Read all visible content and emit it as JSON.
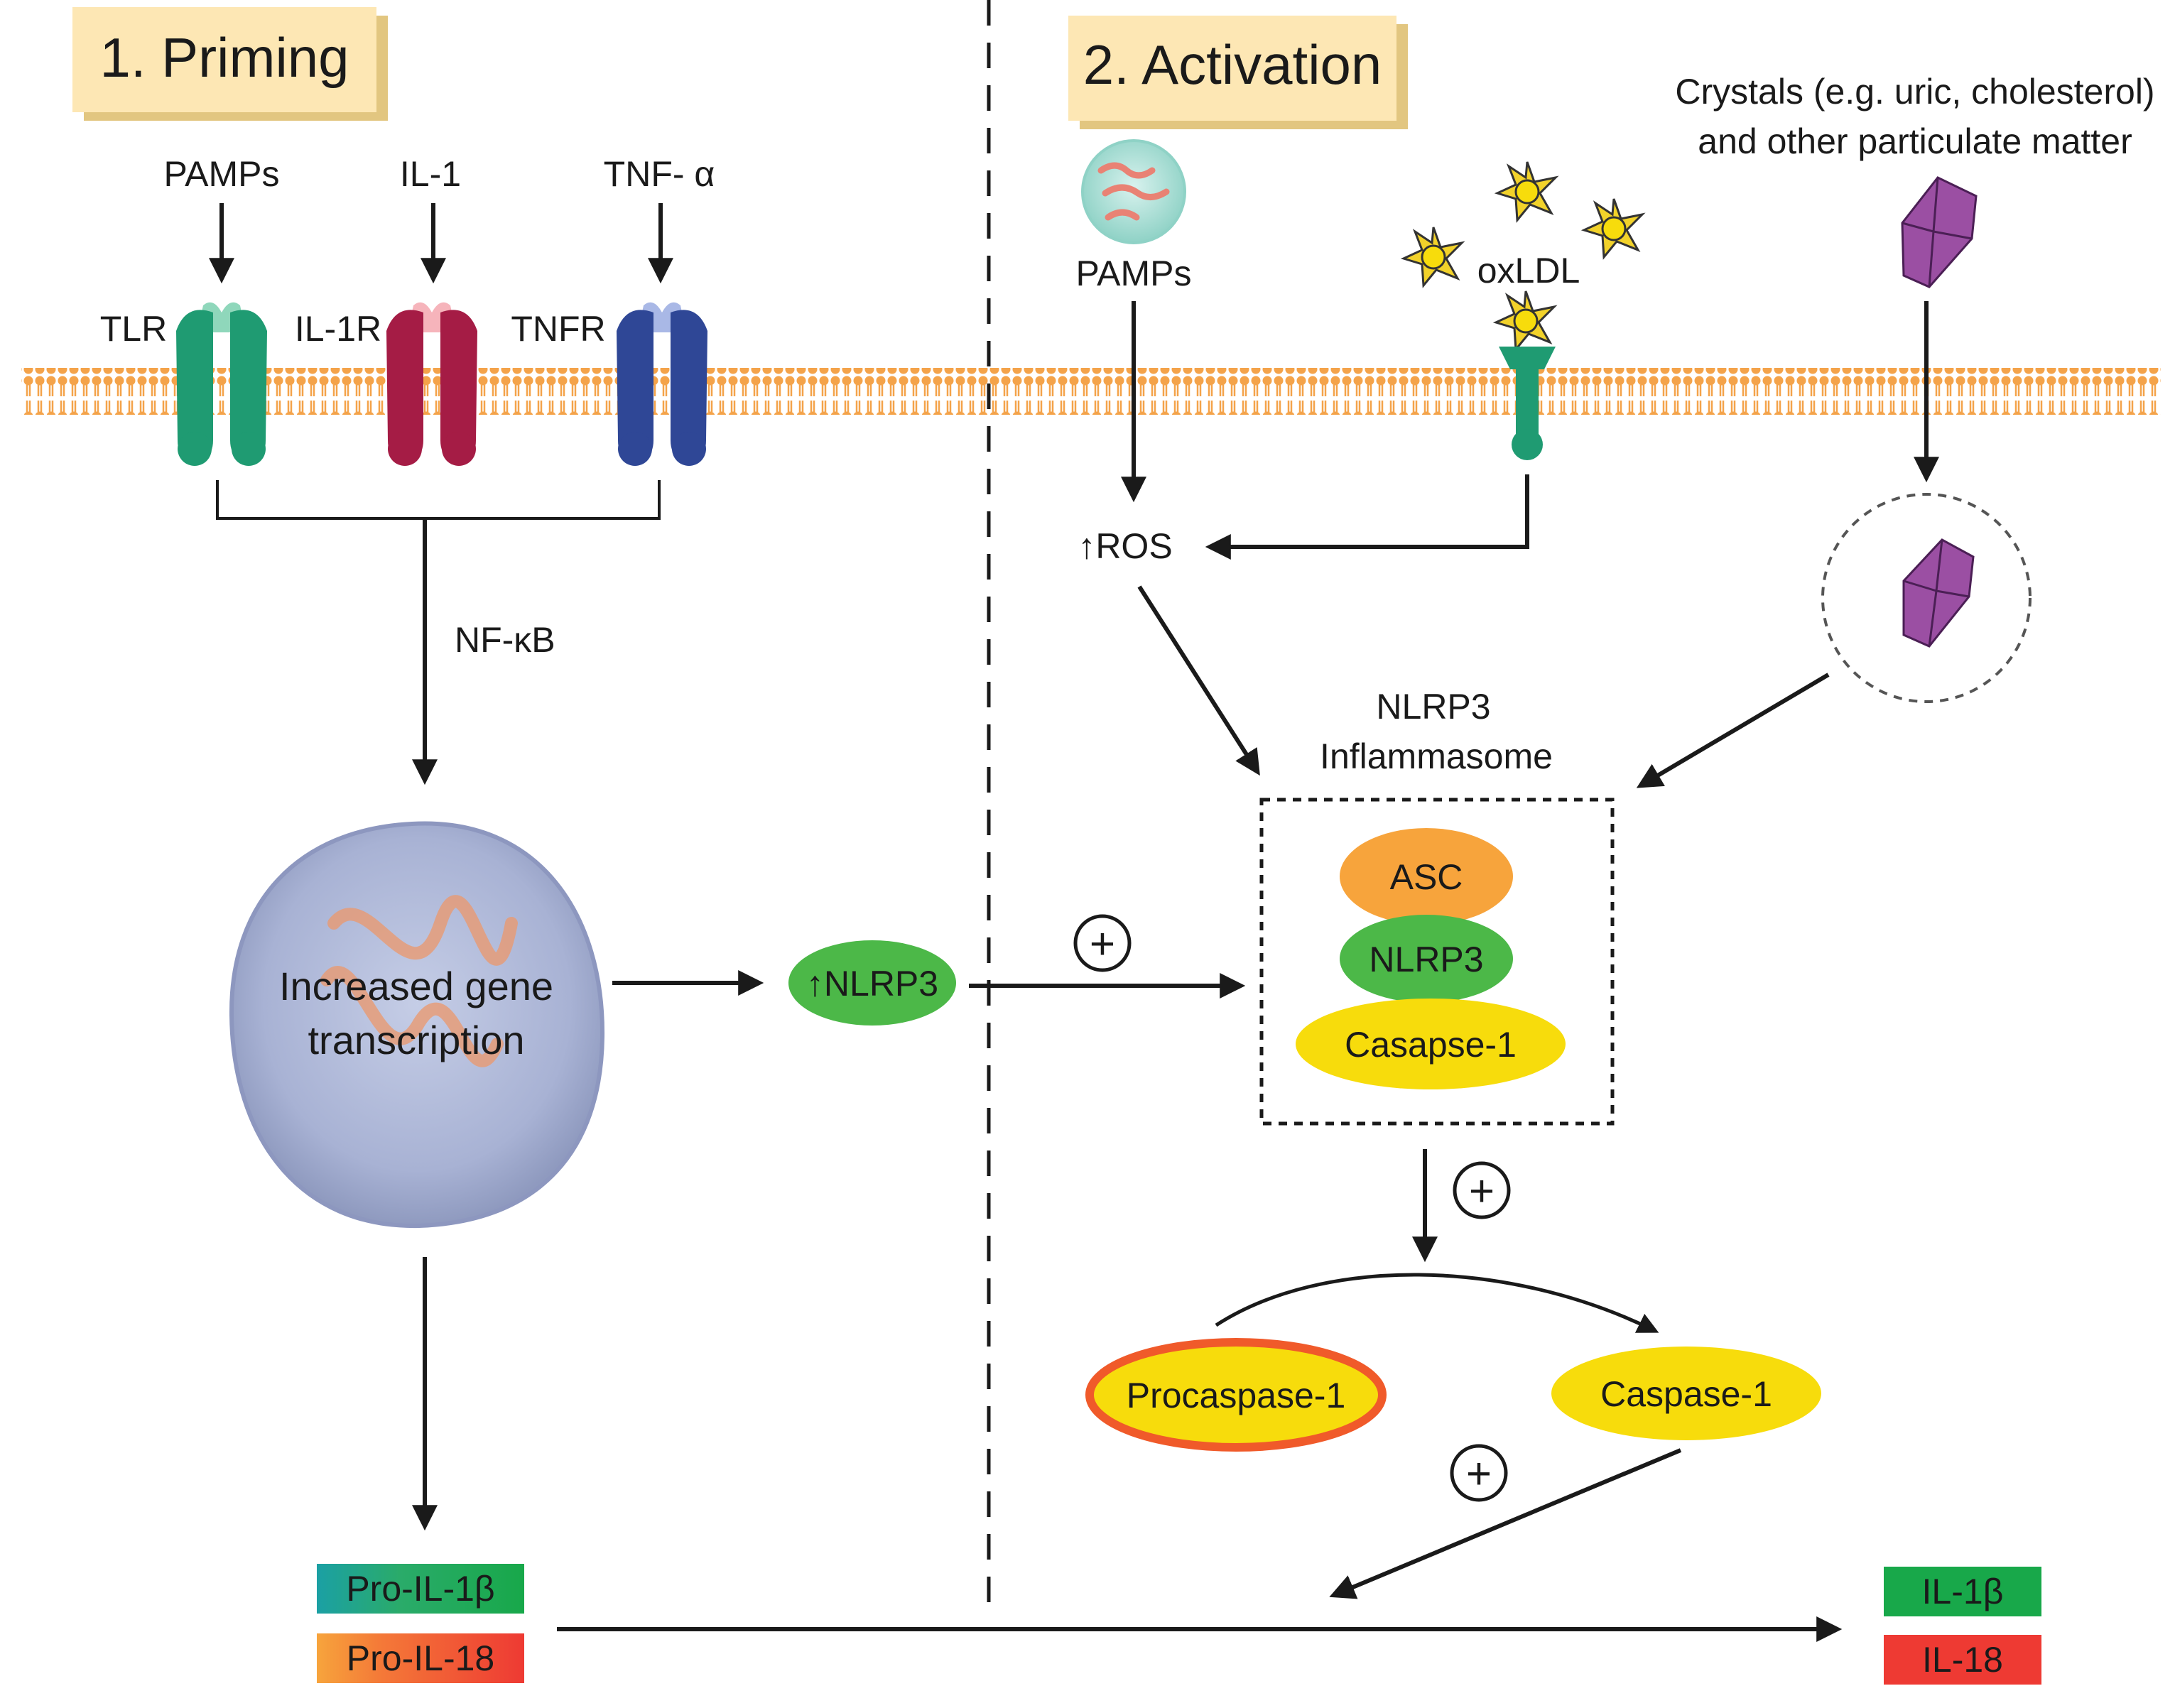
{
  "priming": {
    "title": "1. Priming",
    "stimuli": [
      "PAMPs",
      "IL-1",
      "TNF- α"
    ],
    "receptors": [
      "TLR",
      "IL-1R",
      "TNFR"
    ],
    "pathway": "NF-κB",
    "nucleus_line1": "Increased gene",
    "nucleus_line2": "transcription",
    "nlrp3": "↑NLRP3",
    "products": [
      "Pro-IL-1β",
      "Pro-IL-18"
    ]
  },
  "activation": {
    "title": "2. Activation",
    "pamps": "PAMPs",
    "oxldl": "oxLDL",
    "crystals_line1": "Crystals (e.g. uric, cholesterol)",
    "crystals_line2": "and other particulate matter",
    "ros": "↑ROS",
    "inflammasome_line1": "NLRP3",
    "inflammasome_line2": "Inflammasome",
    "components": [
      "ASC",
      "NLRP3",
      "Casapse-1"
    ],
    "procaspase": "Procaspase-1",
    "caspase": "Caspase-1",
    "outputs": [
      "IL-1β",
      "IL-18"
    ],
    "plus": "+"
  },
  "colors": {
    "membrane": "#f4a34a",
    "tlr": "#1f9b72",
    "il1r": "#a51c45",
    "tnfr": "#2f4796",
    "title_bg": "#fde7b4",
    "green": "#4cb848",
    "yellow": "#f7dc0c",
    "orange": "#f7a43c",
    "red": "#ee3a33",
    "teal": "#1ba0a4",
    "crystal": "#9b4fa3"
  }
}
